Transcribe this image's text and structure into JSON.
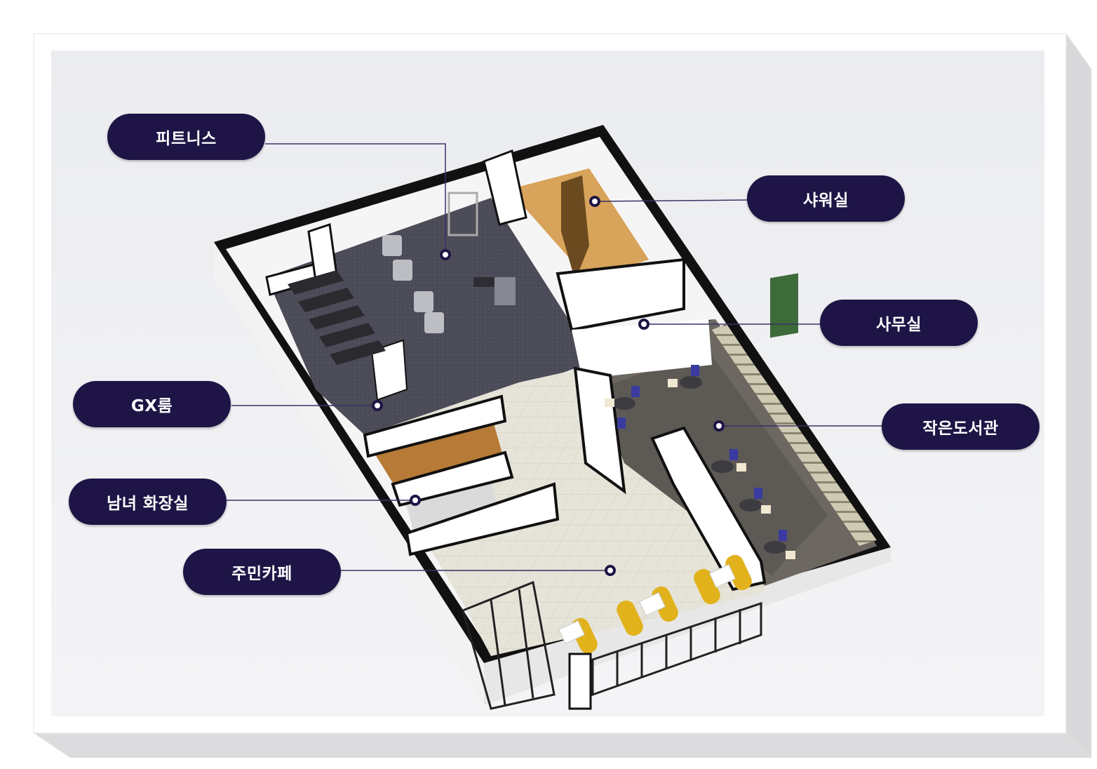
{
  "callouts": {
    "fitness": "피트니스",
    "gx": "GX룸",
    "toilet": "남녀 화장실",
    "cafe": "주민카페",
    "shower": "샤워실",
    "office": "사무실",
    "library": "작은도서관"
  },
  "colors": {
    "pill": "#1e1546",
    "leader": "#3a3266",
    "dark_floor": "#4a4b55",
    "tile_floor": "#e4e2d5",
    "wood": "#c98a3c",
    "chair_yellow": "#e7b81f",
    "chair_blue": "#3a3aa0"
  }
}
